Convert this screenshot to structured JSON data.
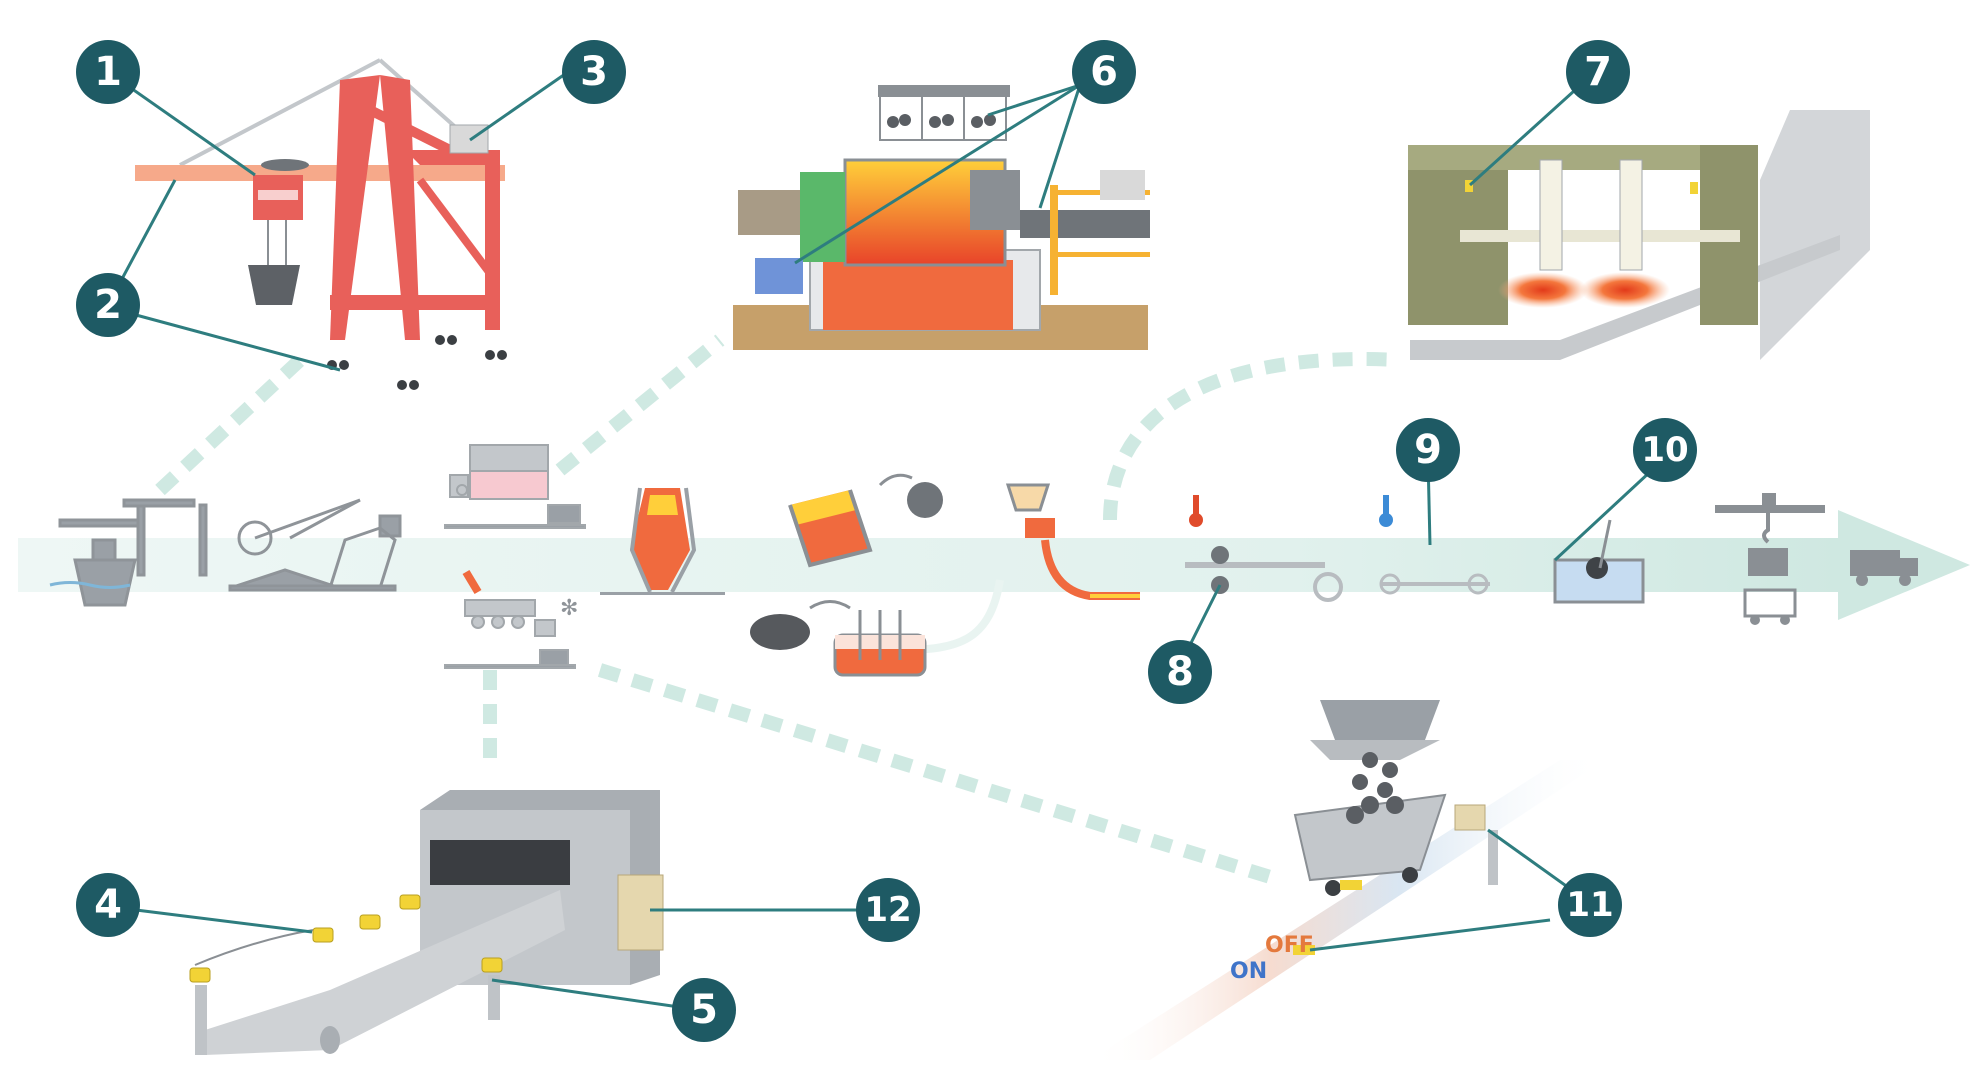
{
  "diagram": {
    "title": "Steel plant process flow with sensor locations",
    "colors": {
      "callout_fill": "#1e5a64",
      "leader": "#2e7d7f",
      "flow_band": "#e3f2ef",
      "dotted_link": "#cfe9e2",
      "crane": "#e8605a",
      "sensor": "#f2d336",
      "furnace": "#f06a3e",
      "steel_grey": "#8a8a8a"
    },
    "callouts": [
      {
        "label": "1"
      },
      {
        "label": "2"
      },
      {
        "label": "3"
      },
      {
        "label": "4"
      },
      {
        "label": "5"
      },
      {
        "label": "6"
      },
      {
        "label": "7"
      },
      {
        "label": "8"
      },
      {
        "label": "9"
      },
      {
        "label": "10"
      },
      {
        "label": "11"
      },
      {
        "label": "12"
      }
    ],
    "process_steps": [
      "ship-unloading",
      "raw-material-yard",
      "sintering-plant",
      "cooling-and-conveying",
      "blast-furnace",
      "converter",
      "scrap-charging",
      "electric-arc-furnace",
      "continuous-casting",
      "hot-rolling",
      "cold-rolling",
      "coating-bath",
      "coil-shipping"
    ],
    "switch_labels": {
      "off": "OFF",
      "on": "ON"
    }
  }
}
